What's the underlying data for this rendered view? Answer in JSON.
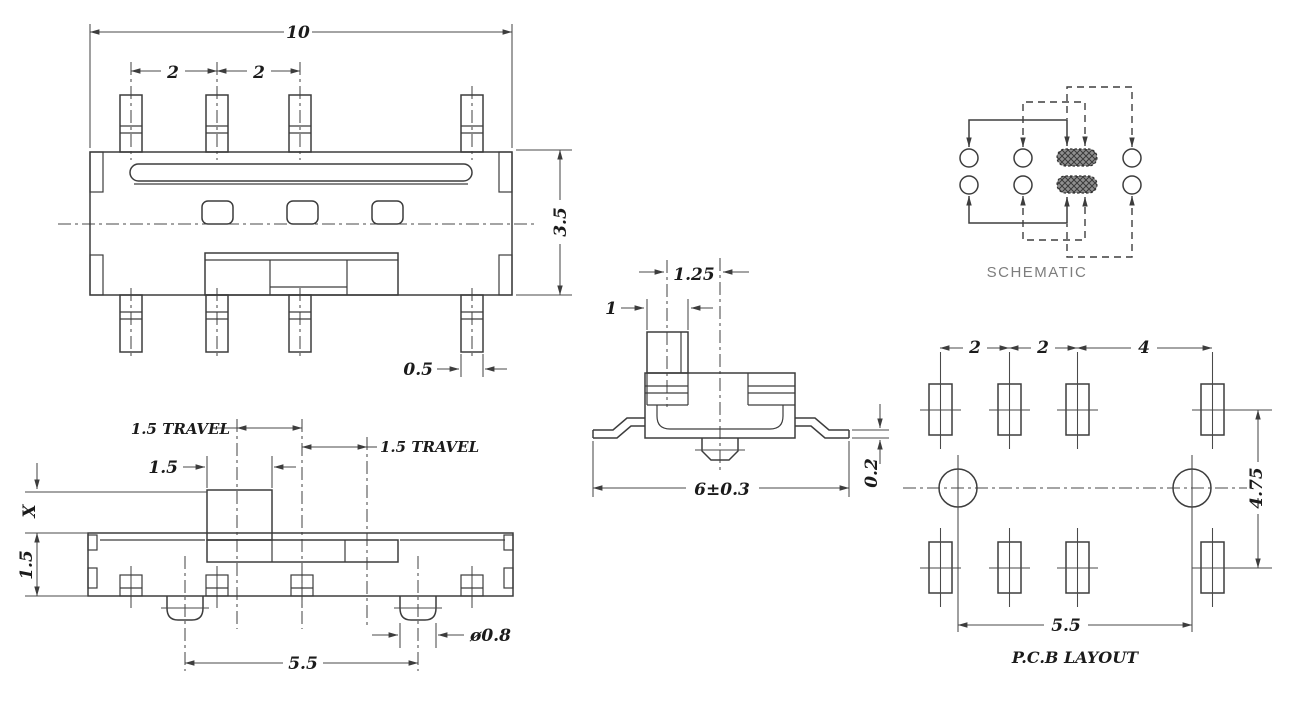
{
  "drawing": {
    "top_view": {
      "dim_overall_width": "10",
      "dim_pin_pitch_1": "2",
      "dim_pin_pitch_2": "2",
      "dim_body_height": "3.5",
      "dim_pin_width": "0.5"
    },
    "front_view": {
      "dim_travel_left": "1.5 TRAVEL",
      "dim_travel_right": "1.5 TRAVEL",
      "dim_knob_width": "1.5",
      "dim_knob_height": "X",
      "dim_body_height": "1.5",
      "dim_peg_spacing": "5.5",
      "dim_peg_diameter": "ø0.8"
    },
    "section_view": {
      "dim_knob_to_center": "1.25",
      "dim_knob_width": "1",
      "dim_lead_span": "6±0.3",
      "dim_lead_thickness": "0.2"
    },
    "schematic": {
      "caption": "SCHEMATIC"
    },
    "pcb_layout": {
      "caption": "P.C.B LAYOUT",
      "dim_pad_pitch_1": "2",
      "dim_pad_pitch_2": "2",
      "dim_pad_pitch_3": "4",
      "dim_row_spacing": "4.75",
      "dim_hole_spacing": "5.5"
    },
    "colors": {
      "background": "#ffffff",
      "line": "#3d3d3d",
      "dim_text": "#1b1b1b",
      "caption_muted": "#7d7d7d",
      "contact_fill": "#8f8f8f"
    }
  }
}
